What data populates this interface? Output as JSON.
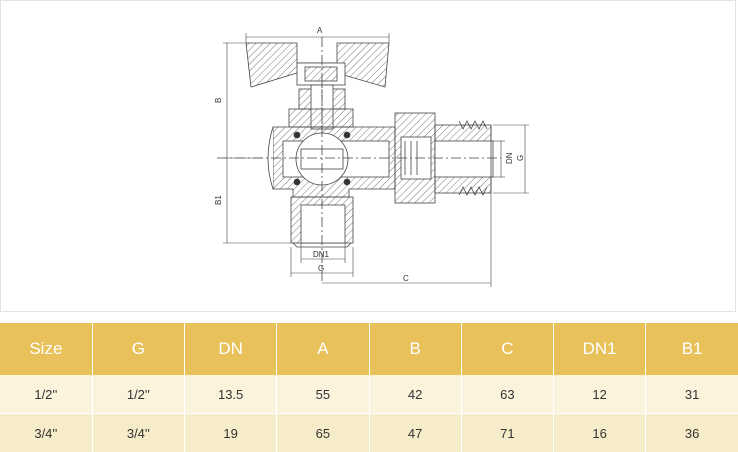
{
  "drawing": {
    "dimension_labels": {
      "A": "A",
      "B": "B",
      "B1": "B1",
      "C": "C",
      "DN": "DN",
      "G_right": "G",
      "DN1": "DN1",
      "G_bottom": "G"
    }
  },
  "table": {
    "headers": [
      "Size",
      "G",
      "DN",
      "A",
      "B",
      "C",
      "DN1",
      "B1"
    ],
    "rows": [
      [
        "1/2''",
        "1/2''",
        "13.5",
        "55",
        "42",
        "63",
        "12",
        "31"
      ],
      [
        "3/4''",
        "3/4''",
        "19",
        "65",
        "47",
        "71",
        "16",
        "36"
      ]
    ]
  },
  "colors": {
    "header_bg": "#e8c15a",
    "row_light": "#fbf3dc",
    "row_alt": "#f7ecc9",
    "line": "#444444"
  }
}
